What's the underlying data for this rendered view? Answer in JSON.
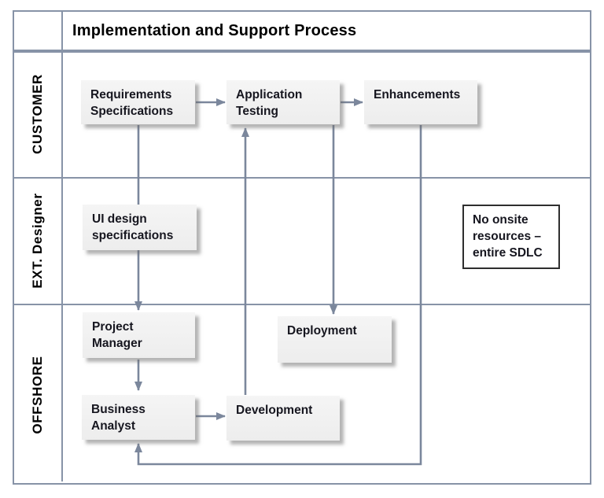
{
  "title": "Implementation and Support Process",
  "lanes": [
    {
      "id": "customer",
      "label": "CUSTOMER"
    },
    {
      "id": "ext-designer",
      "label": "EXT. Designer"
    },
    {
      "id": "offshore",
      "label": "OFFSHORE"
    }
  ],
  "boxes": [
    {
      "id": "requirements-specifications",
      "lane": "customer",
      "lines": [
        "Requirements",
        "Specifications"
      ]
    },
    {
      "id": "application-testing",
      "lane": "customer",
      "lines": [
        "Application",
        "Testing"
      ]
    },
    {
      "id": "enhancements",
      "lane": "customer",
      "lines": [
        "Enhancements"
      ]
    },
    {
      "id": "ui-design-specifications",
      "lane": "ext-designer",
      "lines": [
        "UI design",
        "specifications"
      ]
    },
    {
      "id": "project-manager",
      "lane": "offshore",
      "lines": [
        "Project",
        "Manager"
      ]
    },
    {
      "id": "deployment",
      "lane": "offshore",
      "lines": [
        "Deployment"
      ]
    },
    {
      "id": "business-analyst",
      "lane": "offshore",
      "lines": [
        "Business",
        "Analyst"
      ]
    },
    {
      "id": "development",
      "lane": "offshore",
      "lines": [
        "Development"
      ]
    }
  ],
  "note": {
    "lines": [
      "No onsite",
      "resources –",
      "entire SDLC"
    ]
  },
  "connections": [
    {
      "from": "requirements-specifications",
      "to": "application-testing"
    },
    {
      "from": "application-testing",
      "to": "enhancements"
    },
    {
      "from": "requirements-specifications",
      "to": "project-manager",
      "via": "ui-design-specifications"
    },
    {
      "from": "project-manager",
      "to": "business-analyst"
    },
    {
      "from": "business-analyst",
      "to": "development"
    },
    {
      "from": "development",
      "to": "application-testing"
    },
    {
      "from": "application-testing",
      "to": "deployment"
    },
    {
      "from": "enhancements",
      "to": "business-analyst"
    }
  ],
  "colors": {
    "frame_border": "#8793a7",
    "arrow": "#7b879c",
    "box_fill": "#f1f1f1",
    "box_text": "#16161f",
    "note_border": "#2e2e2e",
    "title_text": "#000000"
  }
}
